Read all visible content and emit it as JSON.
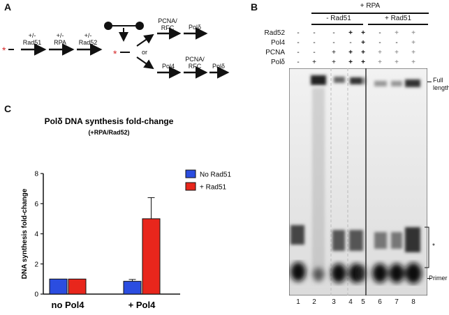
{
  "panel_a": {
    "letter": "A",
    "steps": [
      {
        "line1": "+/-",
        "line2": "Rad51"
      },
      {
        "line1": "+/-",
        "line2": "RPA"
      },
      {
        "line1": "+/-",
        "line2": "Rad52"
      }
    ],
    "branch_top": [
      {
        "line1": "PCNA/",
        "line2": "RFC"
      },
      {
        "line1": "Polδ",
        "line2": ""
      }
    ],
    "or_label": "or",
    "branch_bottom": [
      {
        "line1": "Pol4",
        "line2": ""
      },
      {
        "line1": "PCNA/",
        "line2": "RFC"
      },
      {
        "line1": "Polδ",
        "line2": ""
      }
    ],
    "mark_color": "#d62728"
  },
  "panel_b": {
    "letter": "B",
    "rpa_header": "+ RPA",
    "group_minus": "- Rad51",
    "group_plus": "+ Rad51",
    "row_labels": [
      "Rad52",
      "Pol4",
      "PCNA",
      "Polδ"
    ],
    "row_signs": [
      [
        "-",
        "-",
        "-",
        "+",
        "+",
        "-",
        "+",
        "+"
      ],
      [
        "-",
        "-",
        "-",
        "-",
        "+",
        "-",
        "-",
        "+"
      ],
      [
        "-",
        "-",
        "+",
        "+",
        "+",
        "+",
        "+",
        "+"
      ],
      [
        "-",
        "+",
        "+",
        "+",
        "+",
        "+",
        "+",
        "+"
      ]
    ],
    "lane_numbers": [
      "1",
      "2",
      "3",
      "4",
      "5",
      "6",
      "7",
      "8"
    ],
    "right_labels": {
      "full": "Full",
      "full2": "length",
      "star": "*",
      "primer": "Primer"
    }
  },
  "panel_c": {
    "letter": "C",
    "legend": [
      {
        "name": "No Rad51",
        "color": "#2b4de0"
      },
      {
        "name": "+ Rad51",
        "color": "#e8261c"
      }
    ],
    "chart_data": {
      "type": "bar",
      "title": "Polδ DNA synthesis fold-change",
      "subtitle": "(+RPA/Rad52)",
      "ylabel": "DNA synthesis fold-change",
      "categories": [
        "no Pol4",
        "+ Pol4"
      ],
      "series": [
        {
          "name": "No Rad51",
          "values": [
            1.0,
            0.85
          ],
          "errors": [
            0,
            0.12
          ]
        },
        {
          "name": "+ Rad51",
          "values": [
            1.0,
            5.0
          ],
          "errors": [
            0,
            1.4
          ]
        }
      ],
      "ylim": [
        0,
        8
      ],
      "yticks": [
        "0",
        "2",
        "4",
        "6",
        "8"
      ],
      "legend": "right",
      "grid": false
    }
  }
}
